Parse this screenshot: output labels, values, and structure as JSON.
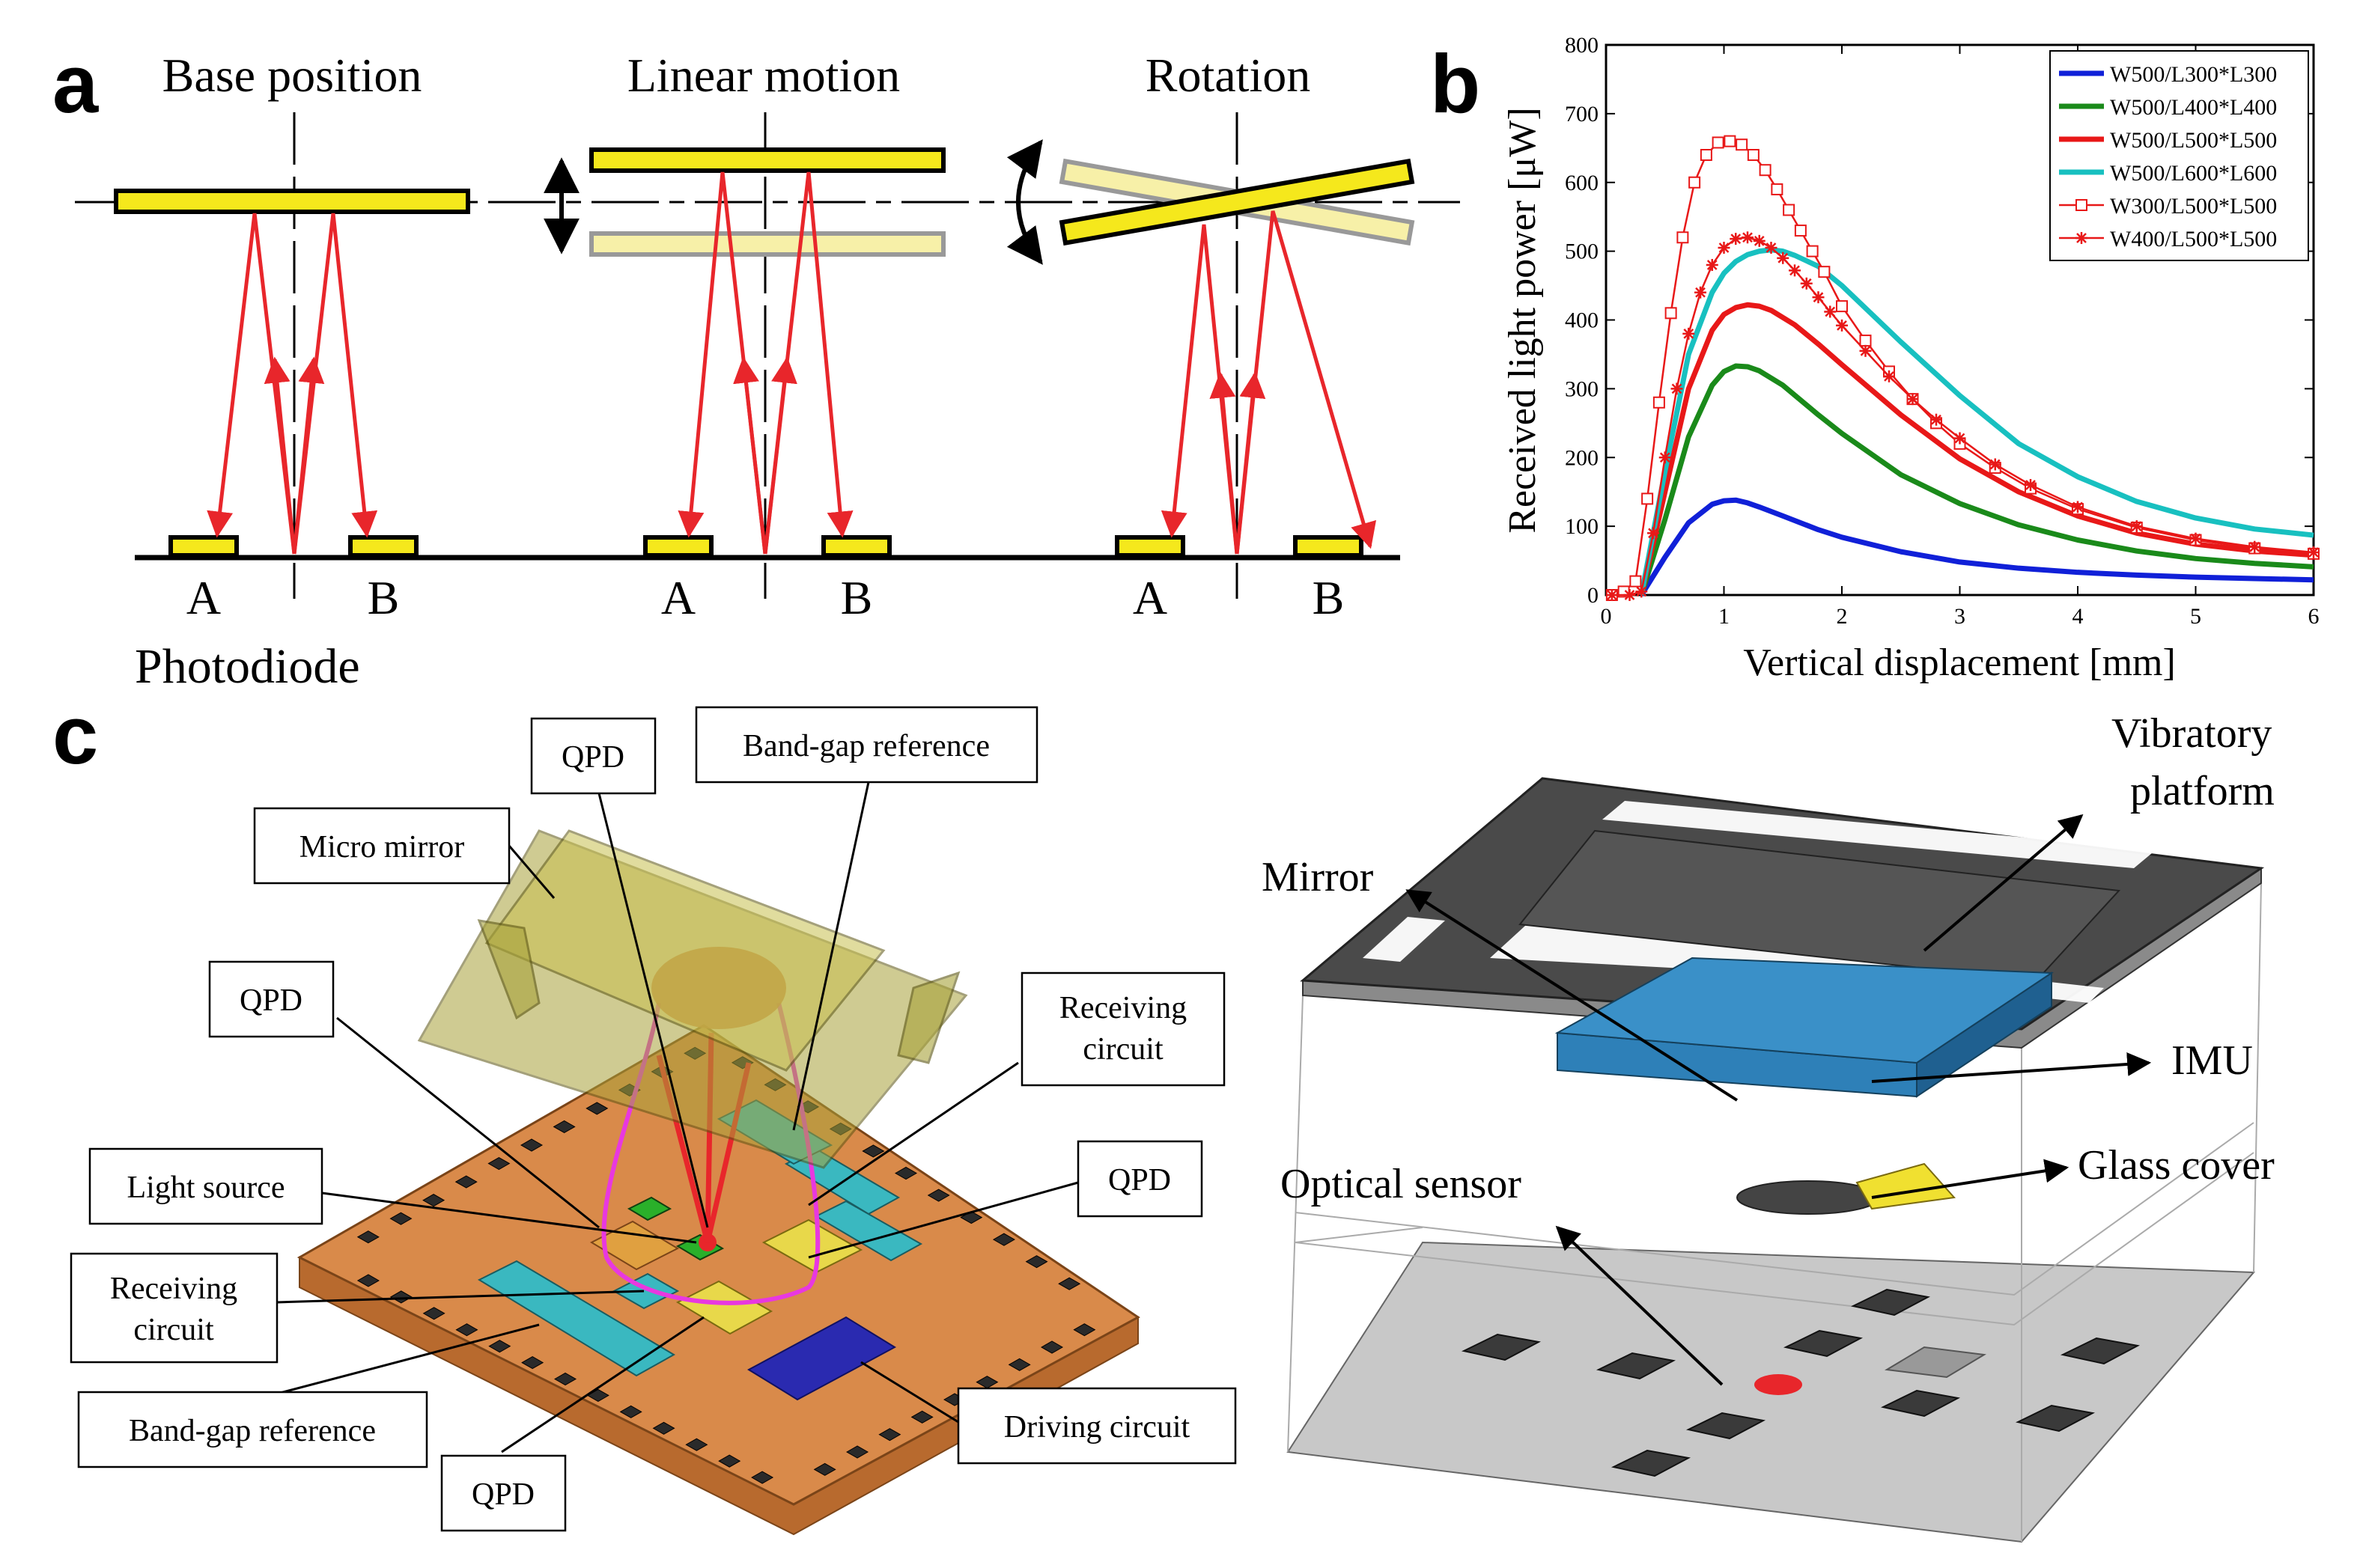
{
  "panel_labels": {
    "a": "a",
    "b": "b",
    "c": "c"
  },
  "panel_a": {
    "titles": [
      "Base position",
      "Linear motion",
      "Rotation"
    ],
    "photodiode_label": "Photodiode",
    "detector_a": "A",
    "detector_b": "B",
    "colors": {
      "mirror": "#f5e81c",
      "mirror_ghost": "#f7f0a8",
      "ray": "#e8262b",
      "line": "#000000"
    }
  },
  "chart_data": {
    "type": "line",
    "xlabel": "Vertical displacement [mm]",
    "ylabel": "Received light power [μW]",
    "xlim": [
      0,
      6
    ],
    "ylim": [
      0,
      800
    ],
    "xticks": [
      0,
      1,
      2,
      3,
      4,
      5,
      6
    ],
    "yticks": [
      0,
      100,
      200,
      300,
      400,
      500,
      600,
      700,
      800
    ],
    "legend_position": "top-right",
    "grid": false,
    "series": [
      {
        "name": "W500/L300*L300",
        "color": "#1020d8",
        "marker": "none",
        "x": [
          0.3,
          0.5,
          0.7,
          0.9,
          1.0,
          1.1,
          1.2,
          1.3,
          1.5,
          1.8,
          2.0,
          2.5,
          3.0,
          3.5,
          4.0,
          4.5,
          5.0,
          5.5,
          6.0
        ],
        "y": [
          0,
          55,
          105,
          132,
          137,
          138,
          134,
          128,
          115,
          95,
          84,
          63,
          48,
          39,
          33,
          29,
          26,
          24,
          22
        ]
      },
      {
        "name": "W500/L400*L400",
        "color": "#1a8a1a",
        "marker": "none",
        "x": [
          0.3,
          0.5,
          0.7,
          0.9,
          1.0,
          1.1,
          1.2,
          1.3,
          1.5,
          1.8,
          2.0,
          2.5,
          3.0,
          3.5,
          4.0,
          4.5,
          5.0,
          5.5,
          6.0
        ],
        "y": [
          0,
          110,
          230,
          305,
          325,
          333,
          332,
          326,
          305,
          262,
          235,
          175,
          133,
          102,
          80,
          64,
          53,
          46,
          41
        ]
      },
      {
        "name": "W500/L500*L500",
        "color": "#e81818",
        "marker": "none",
        "x": [
          0.3,
          0.5,
          0.7,
          0.9,
          1.0,
          1.1,
          1.2,
          1.3,
          1.4,
          1.6,
          1.8,
          2.0,
          2.5,
          3.0,
          3.5,
          4.0,
          4.5,
          5.0,
          5.5,
          6.0
        ],
        "y": [
          0,
          150,
          300,
          385,
          408,
          418,
          422,
          420,
          414,
          393,
          365,
          335,
          262,
          198,
          150,
          115,
          90,
          74,
          64,
          58
        ]
      },
      {
        "name": "W500/L600*L600",
        "color": "#18c0c0",
        "marker": "none",
        "x": [
          0.3,
          0.5,
          0.7,
          0.9,
          1.0,
          1.1,
          1.2,
          1.3,
          1.4,
          1.5,
          1.6,
          1.8,
          2.0,
          2.5,
          3.0,
          3.5,
          4.0,
          4.5,
          5.0,
          5.5,
          6.0
        ],
        "y": [
          0,
          180,
          350,
          440,
          468,
          485,
          495,
          500,
          502,
          500,
          494,
          478,
          450,
          368,
          290,
          220,
          172,
          136,
          112,
          96,
          87
        ]
      },
      {
        "name": "W300/L500*L500",
        "color": "#e81818",
        "marker": "square",
        "x": [
          0.05,
          0.15,
          0.25,
          0.35,
          0.45,
          0.55,
          0.65,
          0.75,
          0.85,
          0.95,
          1.05,
          1.15,
          1.25,
          1.35,
          1.45,
          1.55,
          1.65,
          1.75,
          1.85,
          2.0,
          2.2,
          2.4,
          2.6,
          2.8,
          3.0,
          3.3,
          3.6,
          4.0,
          4.5,
          5.0,
          5.5,
          6.0
        ],
        "y": [
          0,
          5,
          20,
          140,
          280,
          410,
          520,
          600,
          640,
          658,
          660,
          655,
          640,
          618,
          590,
          560,
          530,
          500,
          470,
          420,
          370,
          325,
          285,
          250,
          220,
          185,
          155,
          125,
          98,
          80,
          68,
          60
        ]
      },
      {
        "name": "W400/L500*L500",
        "color": "#e81818",
        "marker": "star",
        "x": [
          0.05,
          0.2,
          0.3,
          0.4,
          0.5,
          0.6,
          0.7,
          0.8,
          0.9,
          1.0,
          1.1,
          1.2,
          1.3,
          1.4,
          1.5,
          1.6,
          1.7,
          1.8,
          1.9,
          2.0,
          2.2,
          2.4,
          2.6,
          2.8,
          3.0,
          3.3,
          3.6,
          4.0,
          4.5,
          5.0,
          5.5,
          6.0
        ],
        "y": [
          0,
          0,
          5,
          90,
          200,
          300,
          380,
          440,
          480,
          505,
          518,
          520,
          515,
          505,
          490,
          472,
          453,
          433,
          412,
          392,
          355,
          318,
          285,
          255,
          228,
          190,
          160,
          128,
          100,
          82,
          70,
          62
        ]
      }
    ]
  },
  "panel_c": {
    "left_labels": {
      "qpd": "QPD",
      "band_gap_reference": "Band-gap reference",
      "micro_mirror": "Micro mirror",
      "receiving_circuit_line1": "Receiving",
      "receiving_circuit_line2": "circuit",
      "light_source": "Light source",
      "driving_circuit": "Driving circuit"
    },
    "right_labels": {
      "vibratory_line1": "Vibratory",
      "vibratory_line2": "platform",
      "mirror": "Mirror",
      "imu": "IMU",
      "glass_cover": "Glass cover",
      "optical_sensor": "Optical sensor"
    },
    "colors": {
      "substrate": "#d98a4a",
      "micro_mirror": "#a8a23a",
      "cyan_block": "#3ab8c0",
      "blue_block": "#2a2ab0",
      "yellow_block": "#e8d84a",
      "orange_block": "#e0a040",
      "green_block": "#2ab02a",
      "beam": "#e838e0",
      "platform": "#4a4a4a",
      "imu": "#2e80b8",
      "glass": "#f0e030"
    }
  }
}
